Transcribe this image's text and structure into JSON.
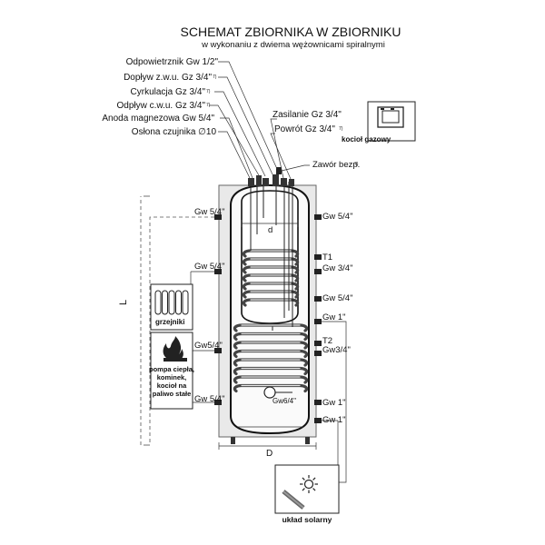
{
  "header": {
    "title": "SCHEMAT ZBIORNIKA W ZBIORNIKU",
    "subtitle": "w wykonaniu z dwiema wężownicami spiralnymi"
  },
  "top_connections": {
    "vent": "Odpowietrznik Gw 1/2\"",
    "inflow": "Dopływ z.w.u. Gz 3/4\"",
    "circulation": "Cyrkulacja Gz 3/4\"",
    "outflow": "Odpływ c.w.u. Gz 3/4\"",
    "anode": "Anoda magnezowa Gw 5/4\"",
    "sensor": "Osłona czujnika ∅10",
    "supply": "Zasilanie Gz 3/4\"",
    "return": "Powrót Gz 3/4\"",
    "valve": "Zawór bezp."
  },
  "footnote_mark": "7)",
  "left_ports": {
    "p1": "Gw 5/4\"",
    "p2": "Gw 5/4\"",
    "p3": "Gw5/4\"",
    "p4": "Gw 5/4\""
  },
  "right_ports": {
    "p1": "Gw 5/4\"",
    "t1": "T1",
    "p2": "Gw 3/4\"",
    "p3": "Gw 5/4\"",
    "p4": "Gw 1\"",
    "t2": "T2",
    "p5": "Gw3/4\"",
    "p6": "Gw 1\"",
    "p7": "Gw 1\""
  },
  "inner_port": "Gw6/4\"",
  "dimensions": {
    "inner_diameter": "d",
    "outer_diameter": "D",
    "height": "L"
  },
  "boxes": {
    "boiler": "kocioł gazowy",
    "radiators": "grzejniki",
    "heat_sources": [
      "pompa ciepła,",
      "kominek,",
      "kocioł na",
      "paliwo stałe"
    ],
    "solar": "układ solarny"
  }
}
